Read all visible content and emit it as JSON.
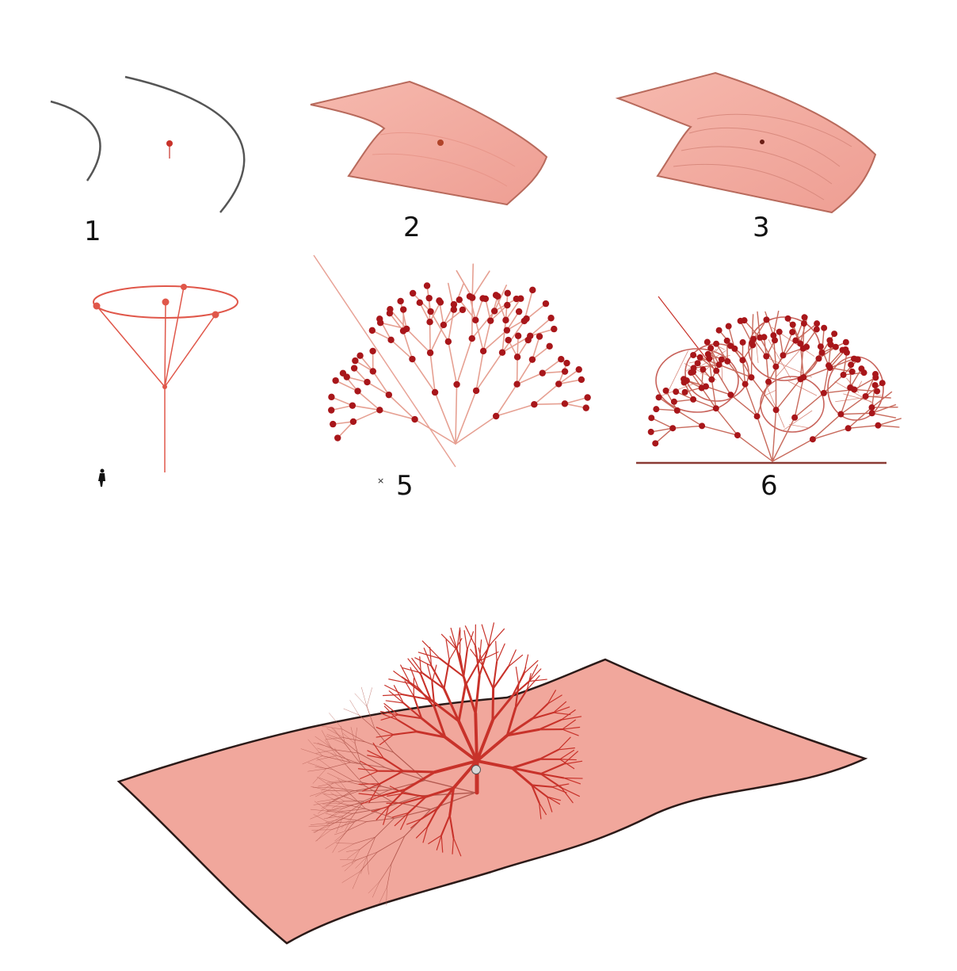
{
  "steps": [
    {
      "label": "1"
    },
    {
      "label": "2"
    },
    {
      "label": "3"
    },
    {
      "label": ""
    },
    {
      "label": "5"
    },
    {
      "label": "6"
    }
  ],
  "small_mark": "×",
  "colors": {
    "surface": "#f2a99e",
    "surface_edge": "#c0705f",
    "branch": "#c8322a",
    "node": "#a8161a",
    "curve": "#555555",
    "ground": "#8a3a34"
  }
}
